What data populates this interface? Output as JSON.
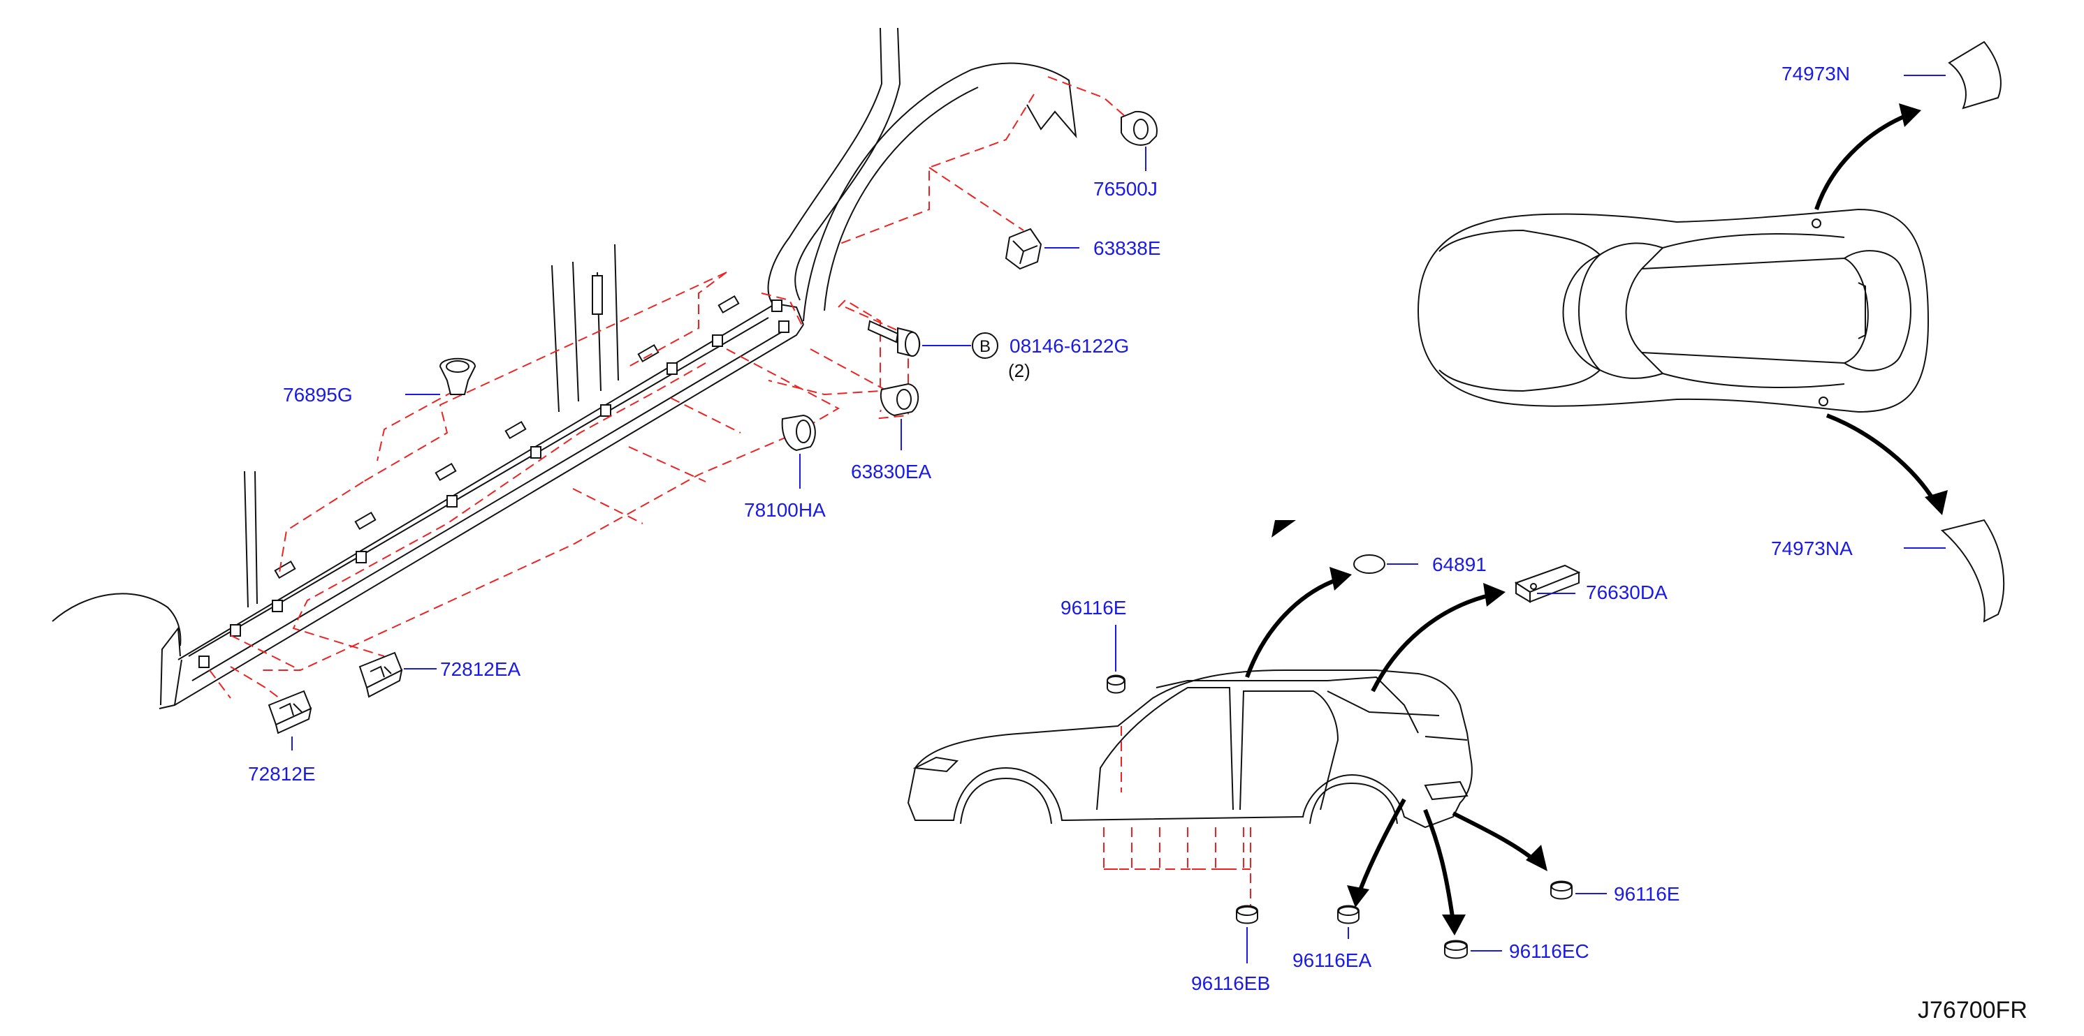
{
  "figure_id": "J76700FR",
  "bolt_marker_letter": "B",
  "bolt_quantity": "(2)",
  "parts": {
    "p76500J": "76500J",
    "p63838E": "63838E",
    "p08146": "08146-6122G",
    "p76895G": "76895G",
    "p78100HA": "78100HA",
    "p63830EA": "63830EA",
    "p72812EA": "72812EA",
    "p72812E": "72812E",
    "p74973N": "74973N",
    "p74973NA": "74973NA",
    "p64891": "64891",
    "p76630DA": "76630DA",
    "p96116E_top": "96116E",
    "p96116E_right": "96116E",
    "p96116EC": "96116EC",
    "p96116EA": "96116EA",
    "p96116EB": "96116EB"
  },
  "colors": {
    "callout_text": "#1a1ae6",
    "dashed_link": "#ee2222",
    "outline": "#111111"
  }
}
